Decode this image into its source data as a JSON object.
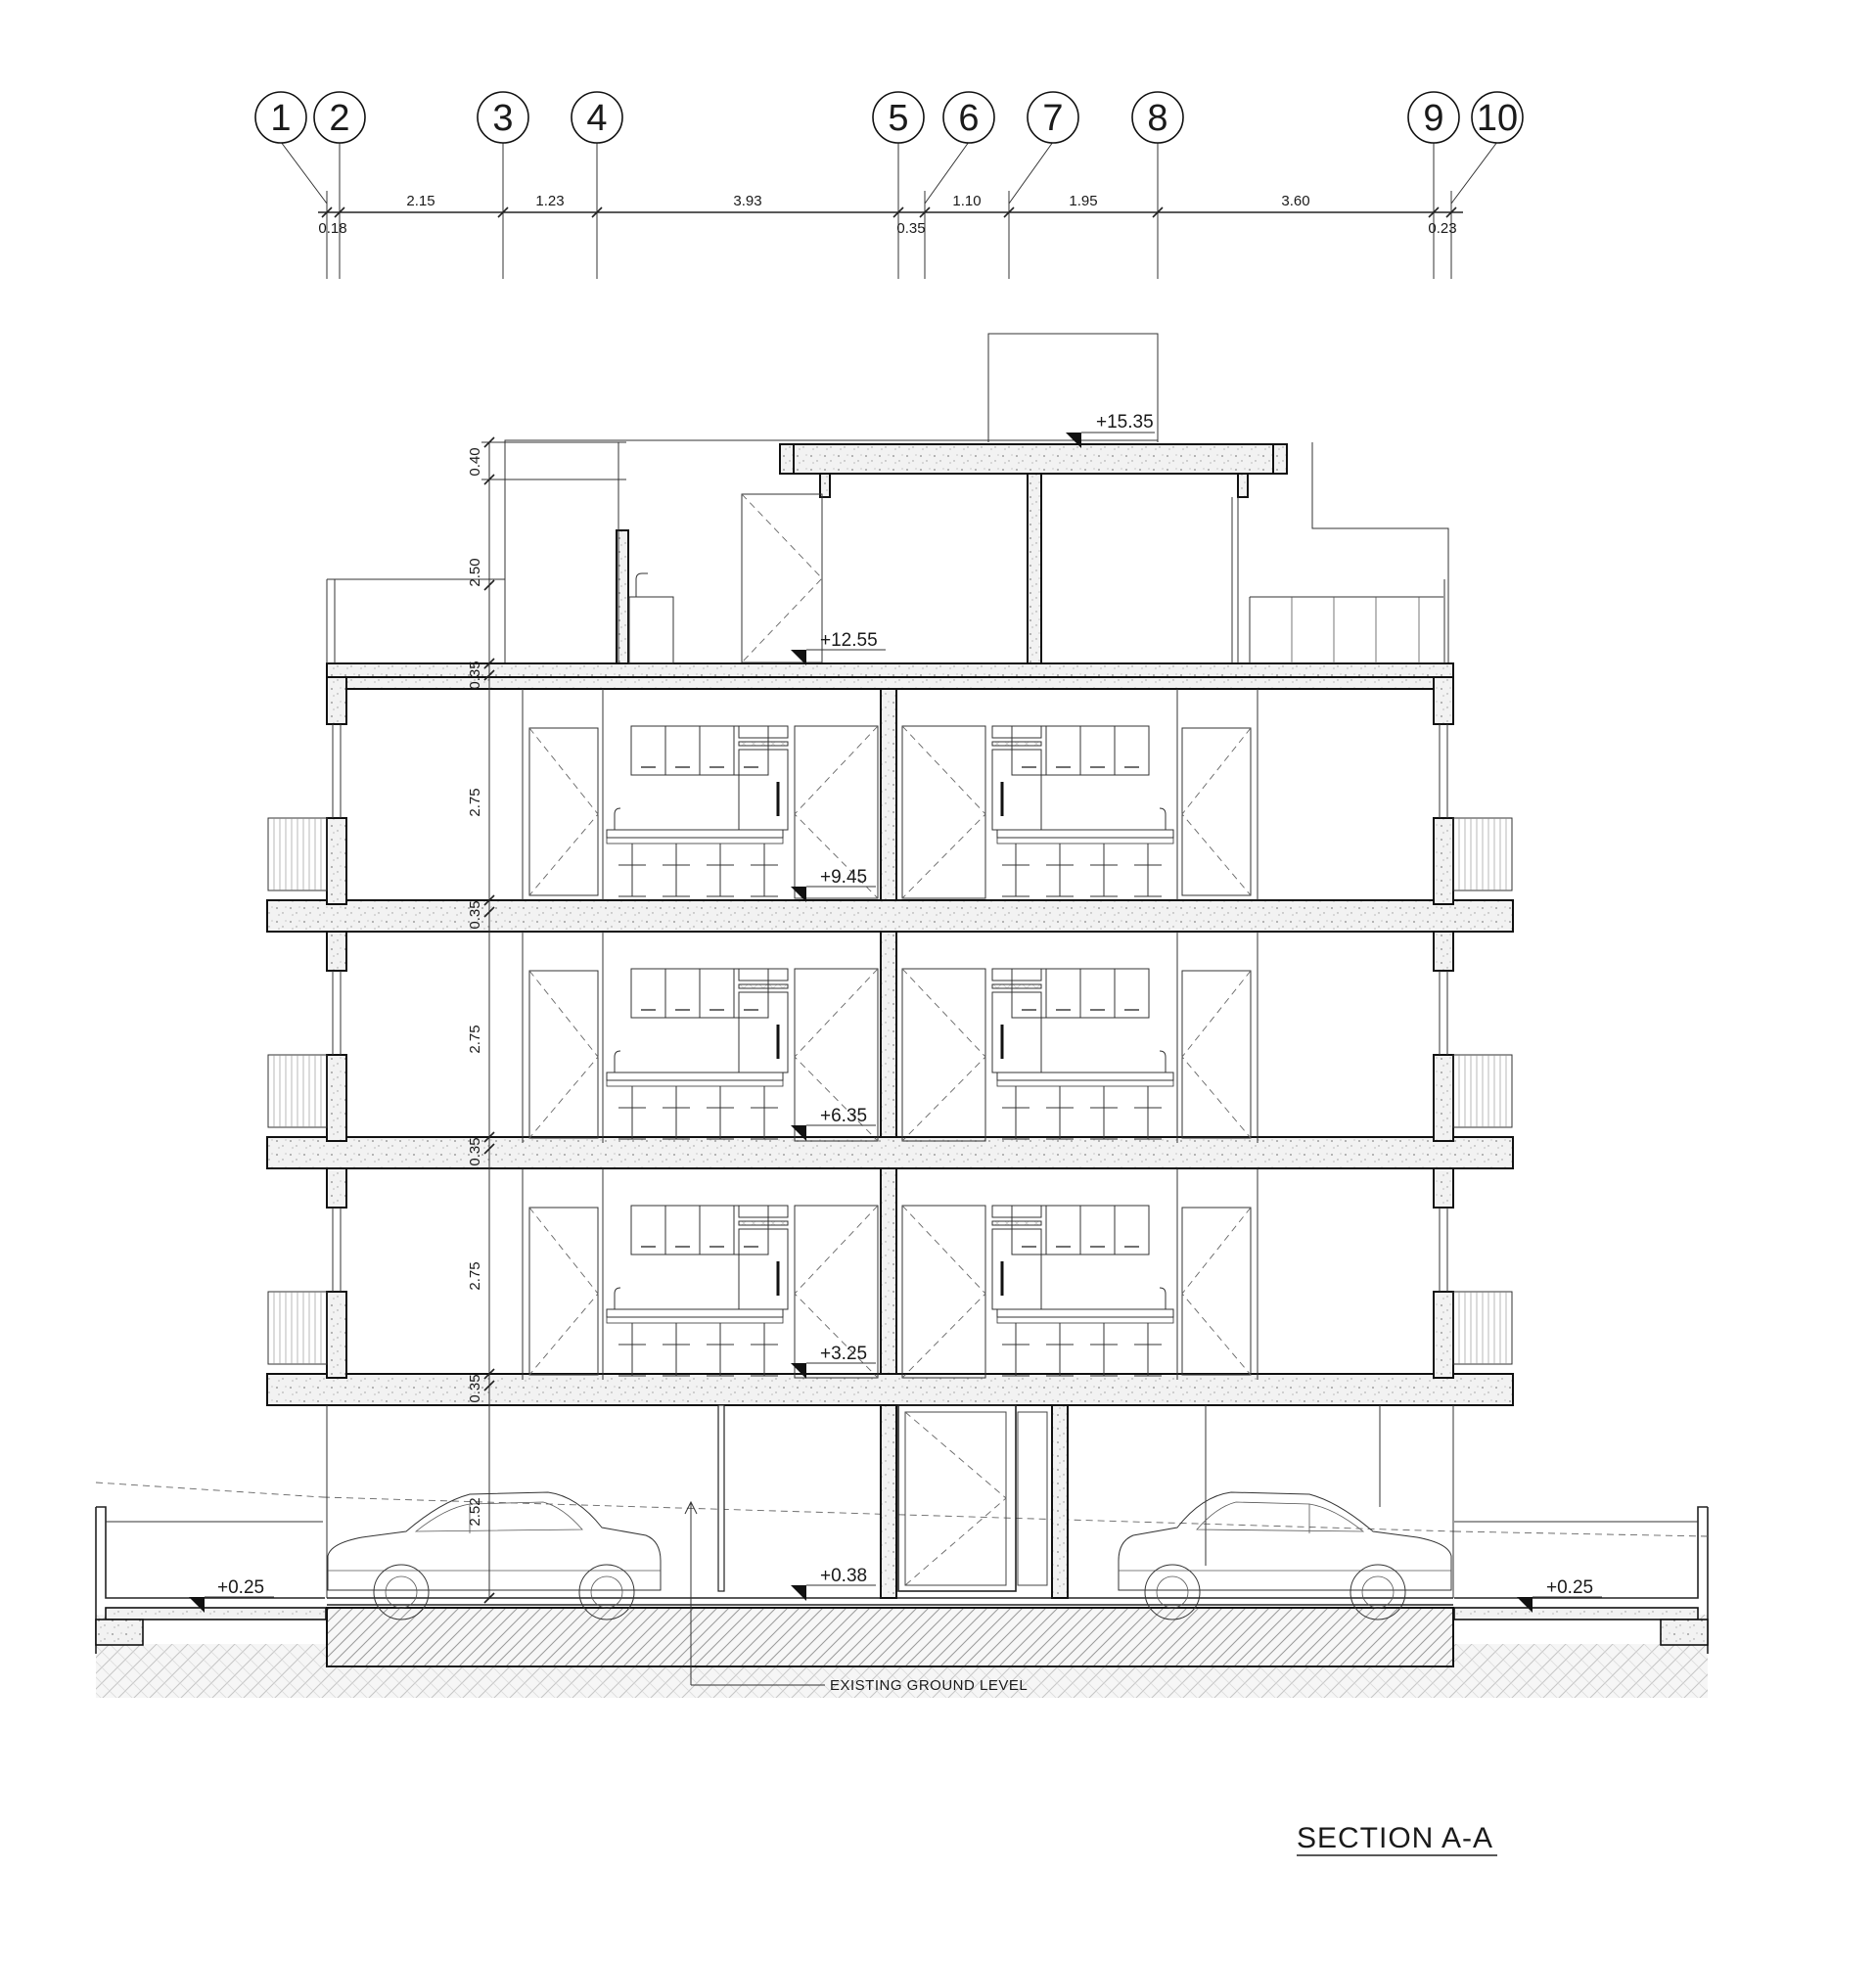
{
  "grid": {
    "labels": [
      "1",
      "2",
      "3",
      "4",
      "5",
      "6",
      "7",
      "8",
      "9",
      "10"
    ],
    "spacings": [
      "0.18",
      "2.15",
      "1.23",
      "3.93",
      "0.35",
      "1.10",
      "1.95",
      "3.60",
      "0.23"
    ]
  },
  "levels": {
    "roof": "+15.35",
    "terrace": "+12.55",
    "floor3": "+9.45",
    "floor2": "+6.35",
    "floor1": "+3.25",
    "ground": "+0.38",
    "site_left": "+0.25",
    "site_right": "+0.25"
  },
  "vertical_dims": {
    "parapet": "0.40",
    "penthouse": "2.50",
    "slab": "0.35",
    "storey": "2.75",
    "ground_storey": "2.52"
  },
  "annotations": {
    "existing_ground": "EXISTING GROUND LEVEL"
  },
  "title": "SECTION A-A"
}
